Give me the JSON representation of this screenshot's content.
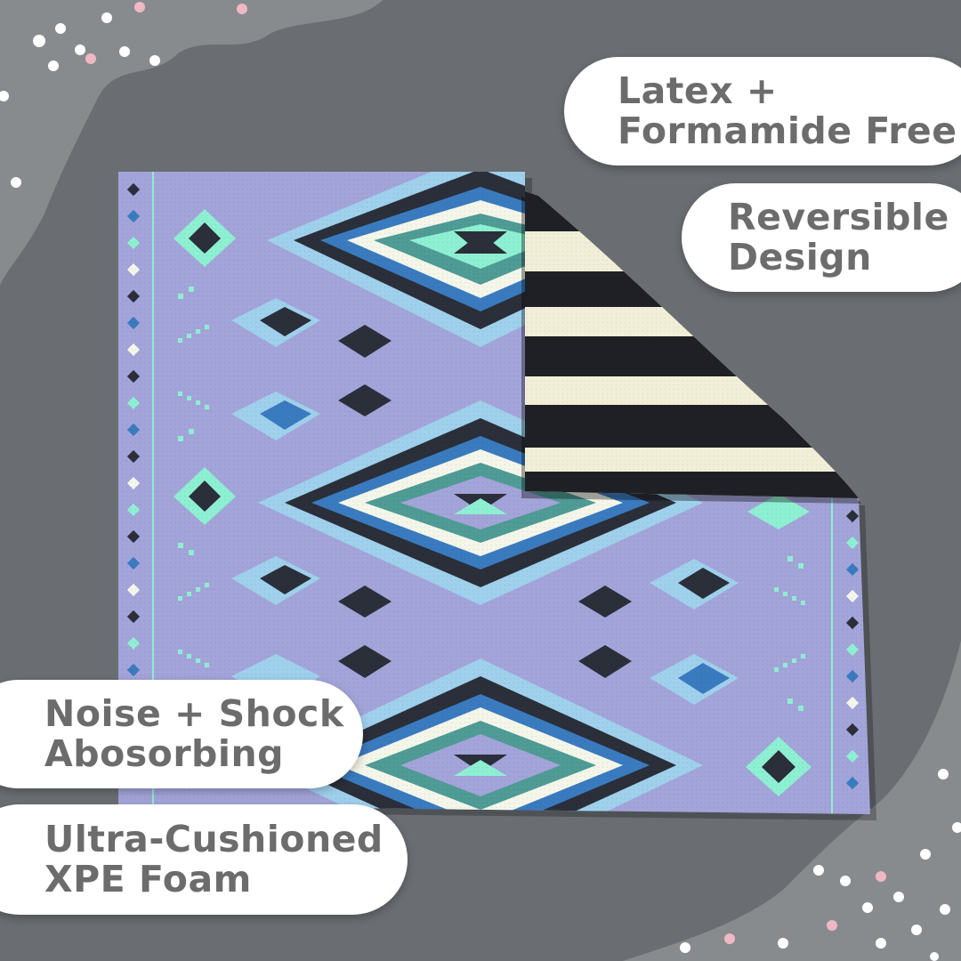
{
  "features": {
    "latex_free": [
      "Latex +",
      "Formamide Free"
    ],
    "reversible": [
      "Reversible",
      "Design"
    ],
    "noise_shock": [
      "Noise + Shock",
      "Abosorbing"
    ],
    "foam": [
      "Ultra-Cushioned",
      "XPE Foam"
    ]
  },
  "product": {
    "front_color": "#a3a4d9",
    "front_accents": [
      "#2a2f3a",
      "#3a7bbf",
      "#9fd0ec",
      "#f4f6ea",
      "#4f9b95",
      "#8ef0d2"
    ],
    "back_stripes": [
      "#1e2025",
      "#f2efd9"
    ]
  },
  "colors": {
    "background": "#6a6e72",
    "pill": "#ffffff",
    "pill_text": "#6c6c6c",
    "dots": [
      "#ffffff",
      "#f0b8c4"
    ]
  }
}
